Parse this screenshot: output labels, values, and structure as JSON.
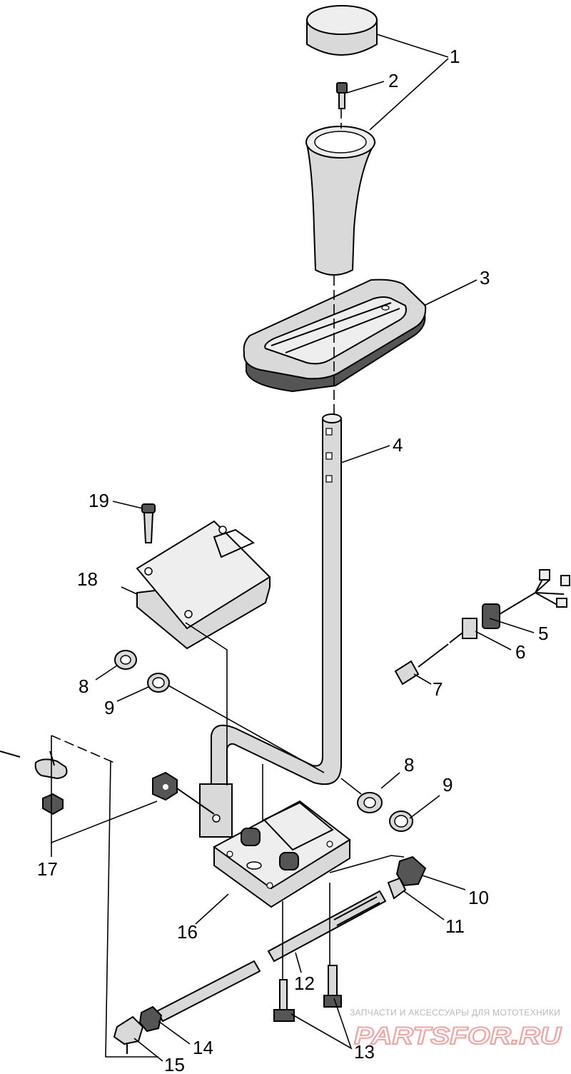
{
  "callouts": {
    "c1": "1",
    "c2": "2",
    "c3": "3",
    "c4": "4",
    "c5": "5",
    "c6": "6",
    "c7": "7",
    "c8a": "8",
    "c8b": "8",
    "c9a": "9",
    "c9b": "9",
    "c10": "10",
    "c11": "11",
    "c12": "12",
    "c13": "13",
    "c14": "14",
    "c15": "15",
    "c16": "16",
    "c17": "17",
    "c18": "18",
    "c19": "19"
  },
  "watermark": {
    "tagline": "ЗАПЧАСТИ И АКСЕССУАРЫ ДЛЯ МОТОТЕХНИКИ",
    "logo": "PARTSFOR.RU"
  },
  "colors": {
    "ink": "#000000",
    "part_fill": "#d9d9d9",
    "watermark_text": "#b9b9b9",
    "watermark_logo": "#f0a5a5"
  }
}
